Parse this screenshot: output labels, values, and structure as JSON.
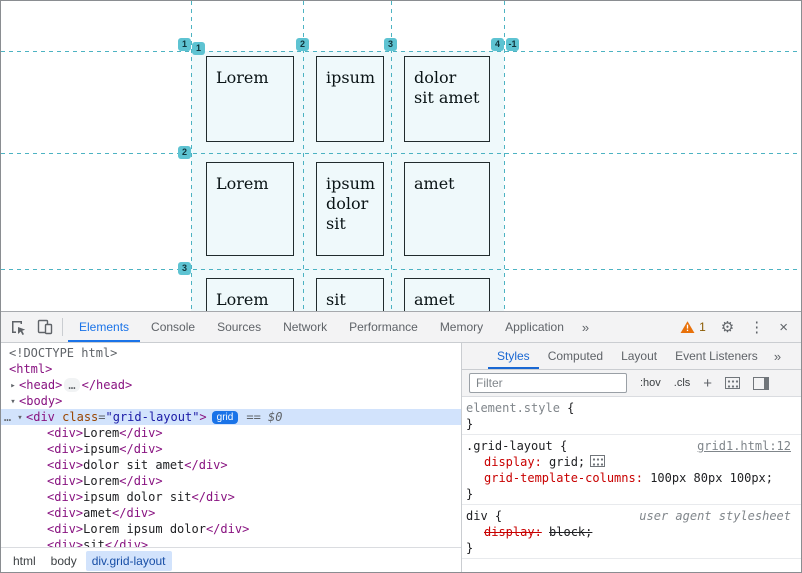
{
  "page": {
    "grid_items": [
      "Lorem",
      "ipsum",
      "dolor sit amet",
      "Lorem",
      "ipsum dolor sit",
      "amet",
      "Lorem ipsum dolor",
      "sit",
      "amet"
    ],
    "overlay": {
      "col_line_badges": [
        "1",
        "2",
        "3",
        "4"
      ],
      "negative_line_badge": "-1",
      "row_line_badges": [
        "1",
        "2",
        "3"
      ],
      "line_color": "#2ea6b8",
      "badge_bg": "#5ec3d2"
    }
  },
  "ui_icons": {
    "expander_open": "▾",
    "expander_closed": "▸",
    "more": "»",
    "gear": "⚙",
    "kebab": "⋮",
    "close": "×",
    "plus": "+"
  },
  "devtools": {
    "accent_color": "#1a73e8",
    "warning_count": "1",
    "main_tabs": [
      "Elements",
      "Console",
      "Sources",
      "Network",
      "Performance",
      "Memory",
      "Application"
    ],
    "elements": {
      "doctype": "<!DOCTYPE html>",
      "html_open": "<html>",
      "head_open": "<head>",
      "head_ellipsis": "…",
      "head_close": "</head>",
      "body_open": "<body>",
      "selected_node": {
        "gutter_more": "…",
        "tag_open": "<div",
        "attr_name": "class",
        "equals": "=",
        "attr_value": "\"grid-layout\"",
        "tag_close": ">",
        "badge": "grid",
        "console_hint": "== $0"
      },
      "child_nodes": [
        {
          "open": "<div>",
          "text": "Lorem",
          "close": "</div>"
        },
        {
          "open": "<div>",
          "text": "ipsum",
          "close": "</div>"
        },
        {
          "open": "<div>",
          "text": "dolor sit amet",
          "close": "</div>"
        },
        {
          "open": "<div>",
          "text": "Lorem",
          "close": "</div>"
        },
        {
          "open": "<div>",
          "text": "ipsum dolor sit",
          "close": "</div>"
        },
        {
          "open": "<div>",
          "text": "amet",
          "close": "</div>"
        },
        {
          "open": "<div>",
          "text": "Lorem ipsum dolor",
          "close": "</div>"
        },
        {
          "open": "<div>",
          "text": "sit",
          "close": "</div>"
        }
      ],
      "breadcrumbs": [
        "html",
        "body",
        "div.grid-layout"
      ]
    },
    "styles_pane": {
      "tabs": [
        "Styles",
        "Computed",
        "Layout",
        "Event Listeners"
      ],
      "filter_placeholder": "Filter",
      "pseudo_state_button": ":hov",
      "classes_button": ".cls",
      "element_style": {
        "selector": "element.style",
        "brace_open": "{",
        "brace_close": "}"
      },
      "rule_grid_layout": {
        "selector": ".grid-layout",
        "brace_open": "{",
        "brace_close": "}",
        "source_link": "grid1.html:12",
        "prop1_name": "display:",
        "prop1_value": "grid;",
        "prop2_name": "grid-template-columns:",
        "prop2_value": "100px 80px 100px;"
      },
      "rule_div": {
        "selector": "div",
        "brace_open": "{",
        "brace_close": "}",
        "source_label": "user agent stylesheet",
        "prop1_name": "display:",
        "prop1_value": "block;"
      }
    }
  }
}
